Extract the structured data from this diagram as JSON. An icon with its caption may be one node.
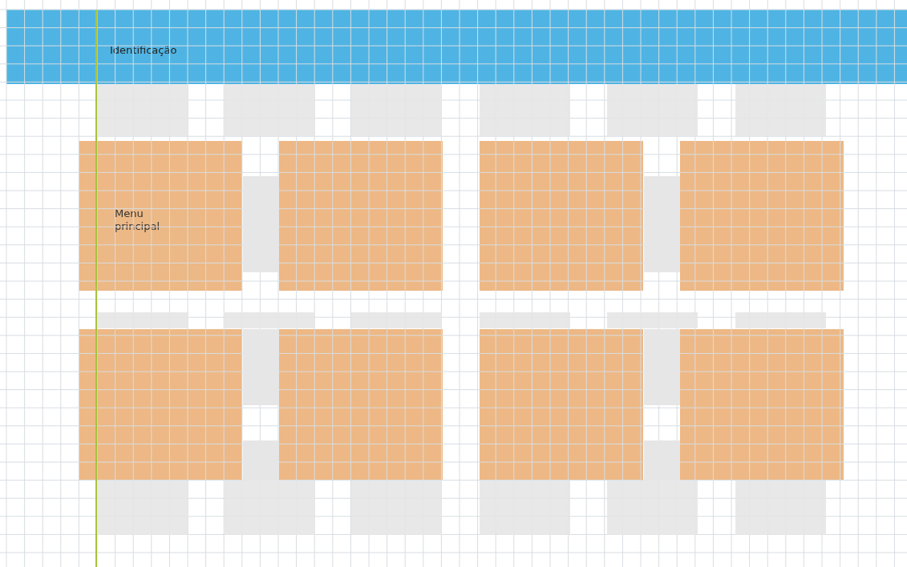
{
  "diagram": {
    "nodes": [
      {
        "text": [
          "Identificação"
        ]
      },
      {
        "text": [
          "Menu principal"
        ]
      },
      {
        "text": [],
        "shape": "box"
      },
      {
        "text": [],
        "shape": "box"
      },
      {
        "text": [],
        "shape": "box"
      },
      {
        "text": [],
        "shape": "box"
      },
      {
        "text": [],
        "shape": "box"
      },
      {
        "text": [],
        "shape": "box"
      },
      {
        "text": [],
        "shape": "box"
      }
    ]
  }
}
